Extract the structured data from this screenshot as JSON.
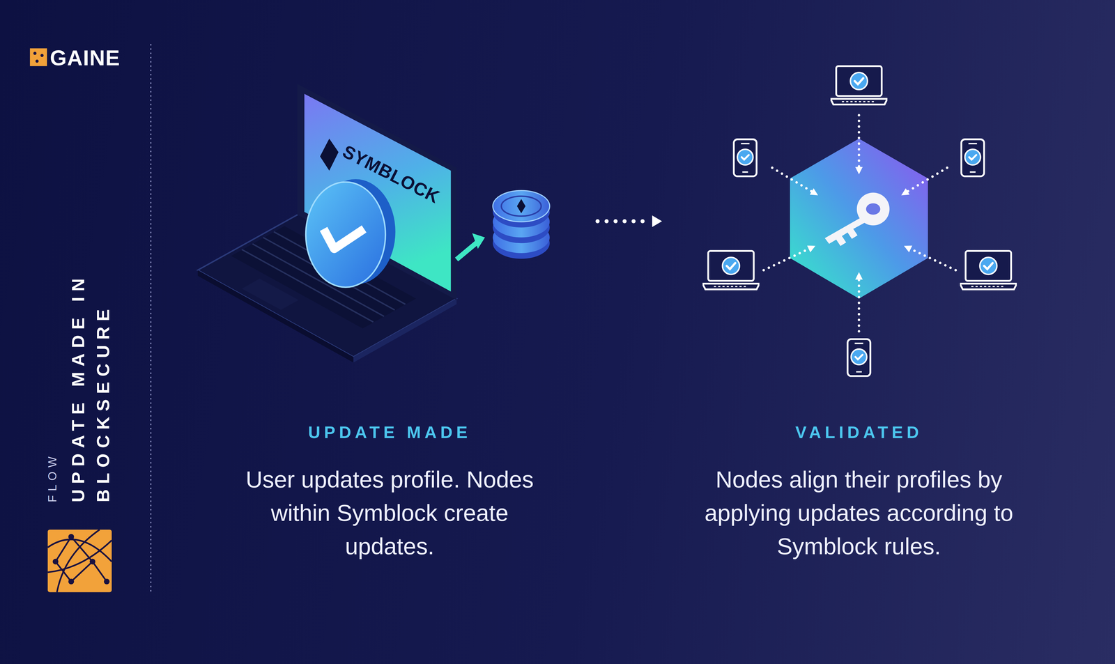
{
  "diagram": {
    "title": "UPDATE MADE IN BLOCKSECURE",
    "nodes": [
      {
        "text": [
          "UPDATE MADE",
          "User updates profile. Nodes within Symblock create updates."
        ]
      },
      {
        "text": [
          "VALIDATED",
          "Nodes align their profiles by applying updates according to Symblock rules."
        ]
      }
    ],
    "edges": [
      {
        "from": 0,
        "to": 1,
        "arrow": "to"
      }
    ],
    "labels": [
      "GAINE",
      "FLOW",
      "SYMBLOCK"
    ]
  }
}
